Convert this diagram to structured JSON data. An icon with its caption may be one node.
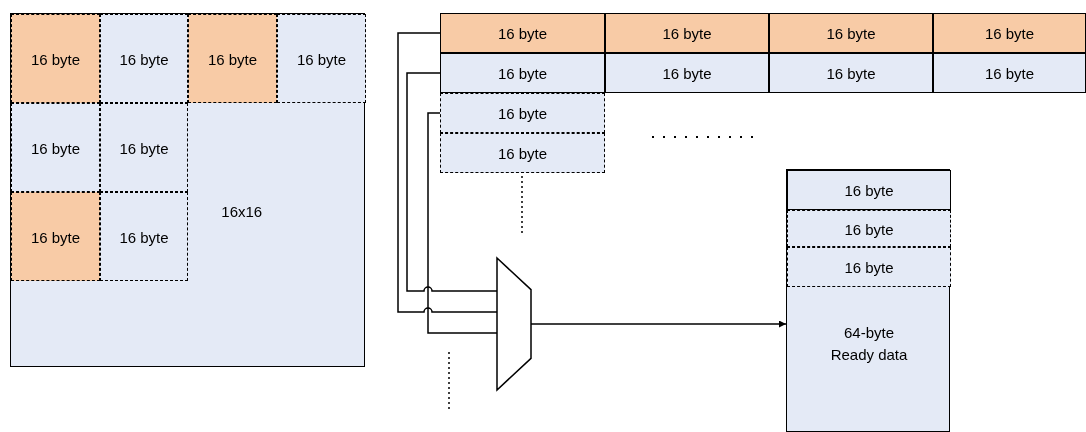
{
  "diagram": {
    "nodes": [
      {
        "text": [
          "16x16"
        ]
      },
      {
        "text": [
          "16 byte"
        ],
        "in": 0
      },
      {
        "text": [
          "16 byte"
        ],
        "in": 0
      },
      {
        "text": [
          "16 byte"
        ],
        "in": 0
      },
      {
        "text": [
          "16 byte"
        ],
        "in": 0
      },
      {
        "text": [
          "16 byte"
        ],
        "in": 0
      },
      {
        "text": [
          "16 byte"
        ],
        "in": 0
      },
      {
        "text": [
          "16 byte"
        ],
        "in": 0
      },
      {
        "text": [
          "16 byte"
        ],
        "in": 0
      },
      {
        "text": [
          "16 byte"
        ]
      },
      {
        "text": [
          "16 byte"
        ]
      },
      {
        "text": [
          "16 byte"
        ]
      },
      {
        "text": [
          "16 byte"
        ]
      },
      {
        "text": [
          "16 byte"
        ]
      },
      {
        "text": [
          "16 byte"
        ]
      },
      {
        "text": [
          "16 byte"
        ]
      },
      {
        "text": [
          "16 byte"
        ]
      },
      {
        "text": [
          "16 byte"
        ]
      },
      {
        "text": [
          "16 byte"
        ]
      },
      {
        "text": [],
        "shape": "trapezoid"
      },
      {
        "text": [
          "64-byte Ready data"
        ]
      },
      {
        "text": [
          "16 byte"
        ],
        "in": 20
      },
      {
        "text": [
          "16 byte"
        ],
        "in": 20
      },
      {
        "text": [
          "16 byte"
        ],
        "in": 20
      }
    ],
    "edges": [
      {
        "from": 9,
        "to": 19,
        "arrow": "none"
      },
      {
        "from": 13,
        "to": 19,
        "arrow": "none"
      },
      {
        "from": 17,
        "to": 19,
        "arrow": "none"
      },
      {
        "from": 19,
        "to": 20,
        "arrow": "to"
      }
    ]
  }
}
